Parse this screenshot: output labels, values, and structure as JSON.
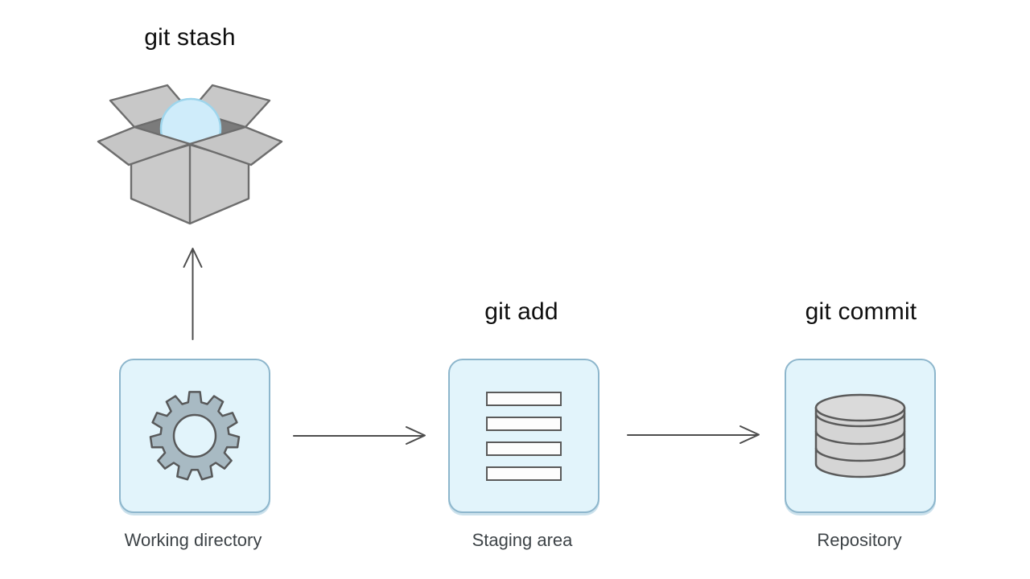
{
  "diagram": {
    "stash": {
      "command": "git stash",
      "icon": "open-box-icon"
    },
    "nodes": [
      {
        "id": "working-directory",
        "label": "Working directory",
        "icon": "gear-icon",
        "command": ""
      },
      {
        "id": "staging-area",
        "label": "Staging area",
        "icon": "staged-files-icon",
        "command": "git add"
      },
      {
        "id": "repository",
        "label": "Repository",
        "icon": "database-icon",
        "command": "git commit"
      }
    ],
    "edges": [
      {
        "from": "working-directory",
        "to": "stash",
        "direction": "up",
        "label": "git stash"
      },
      {
        "from": "working-directory",
        "to": "staging-area",
        "direction": "right",
        "label": "git add"
      },
      {
        "from": "staging-area",
        "to": "repository",
        "direction": "right",
        "label": "git commit"
      }
    ],
    "colors": {
      "background": "#ffffff",
      "card_fill": "#e2f4fb",
      "card_border": "#8db6cc",
      "heading_text": "#0e0e0e",
      "label_text": "#3d4347",
      "arrow": "#4d4d4d",
      "icon_stroke": "#5a5a5a",
      "gear_fill": "#a8bac3",
      "box_gray": "#c8c8c8",
      "box_opening": "#7b7b7b",
      "dome_fill": "#cfecfa",
      "dome_stroke": "#9ed5ec",
      "cylinder_fill": "#d5d5d5"
    }
  }
}
